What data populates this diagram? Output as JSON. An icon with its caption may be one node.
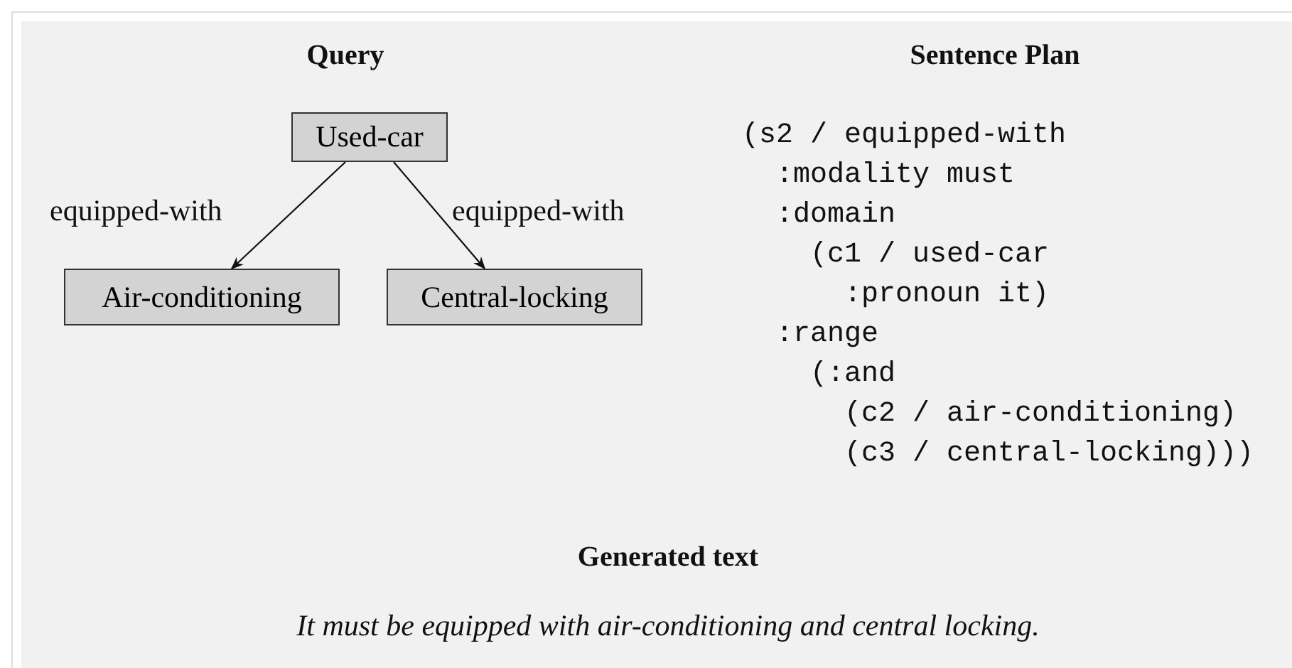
{
  "diagram": {
    "nodes": [
      {
        "text": [
          "Used-car"
        ]
      },
      {
        "text": [
          "Air-conditioning"
        ]
      },
      {
        "text": [
          "Central-locking"
        ]
      }
    ],
    "edges": [
      {
        "from": 0,
        "to": 1,
        "arrow": "to",
        "label": "equipped-with"
      },
      {
        "from": 0,
        "to": 2,
        "arrow": "to",
        "label": "equipped-with"
      }
    ],
    "labels": [
      "Query",
      "Sentence Plan",
      "(s2 / equipped-with",
      ":modality must",
      ":domain",
      "(c1 / used-car",
      ":pronoun it)",
      ":range",
      "(:and",
      "(c2 / air-conditioning)",
      "(c3 / central-locking)))",
      "Generated text",
      "It must be equipped with air-conditioning and central locking."
    ]
  }
}
